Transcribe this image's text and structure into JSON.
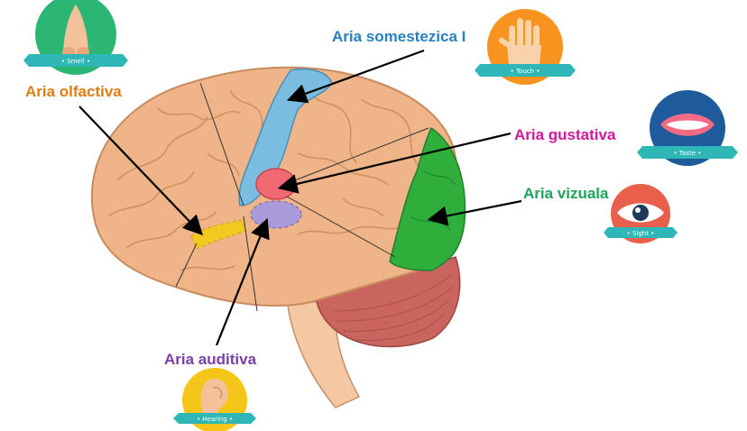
{
  "labels": {
    "olfactory": "Aria olfactiva",
    "somatosensory": "Aria somestezica I",
    "gustatory": "Aria gustativa",
    "visual": "Aria vizuala",
    "auditory": "Aria auditiva"
  },
  "badges": {
    "smell": "• Smell •",
    "touch": "• Touch •",
    "taste": "• Taste •",
    "sight": "• Sight •",
    "hearing": "• Hearing •"
  },
  "icons": {
    "smell": "nose-icon",
    "touch": "hand-icon",
    "taste": "mouth-icon",
    "sight": "eye-icon",
    "hearing": "ear-icon"
  },
  "colors": {
    "olfactory": "#e07b12",
    "somatosensory": "#2a7fbf",
    "gustatory": "#d6179b",
    "visual": "#1fa55a",
    "auditory": "#7a3fa8",
    "region_somatosensory": "#7bbde0",
    "region_gustatory": "#f06a74",
    "region_visual": "#2fae3c",
    "region_olfactory": "#f2c91f",
    "region_auditory": "#a89bd8",
    "brain": "#efb487",
    "cerebellum": "#c9655e",
    "ribbon": "#2fb7b7"
  }
}
